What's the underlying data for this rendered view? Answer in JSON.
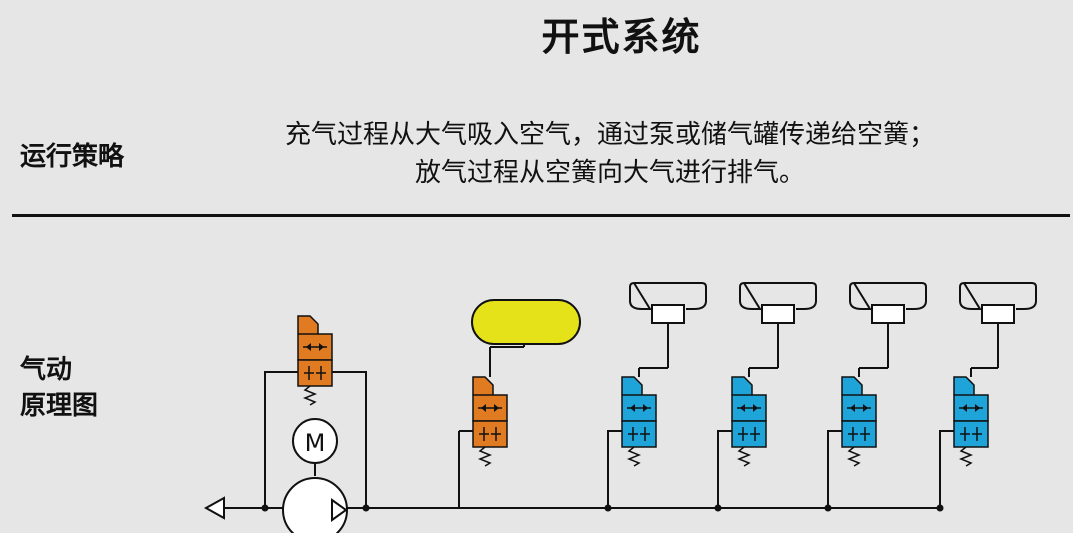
{
  "title": "开式系统",
  "strategy": {
    "label": "运行策略",
    "line1": "充气过程从大气吸入空气，通过泵或储气罐传递给空簧；",
    "line2": "放气过程从空簧向大气进行排气。"
  },
  "diagram": {
    "label_line1": "气动",
    "label_line2": "原理图",
    "motor_label": "M",
    "colors": {
      "orange_valve": "#e07b22",
      "blue_valve": "#1ea4d8",
      "reservoir": "#e6e21a",
      "line": "#111111"
    }
  }
}
